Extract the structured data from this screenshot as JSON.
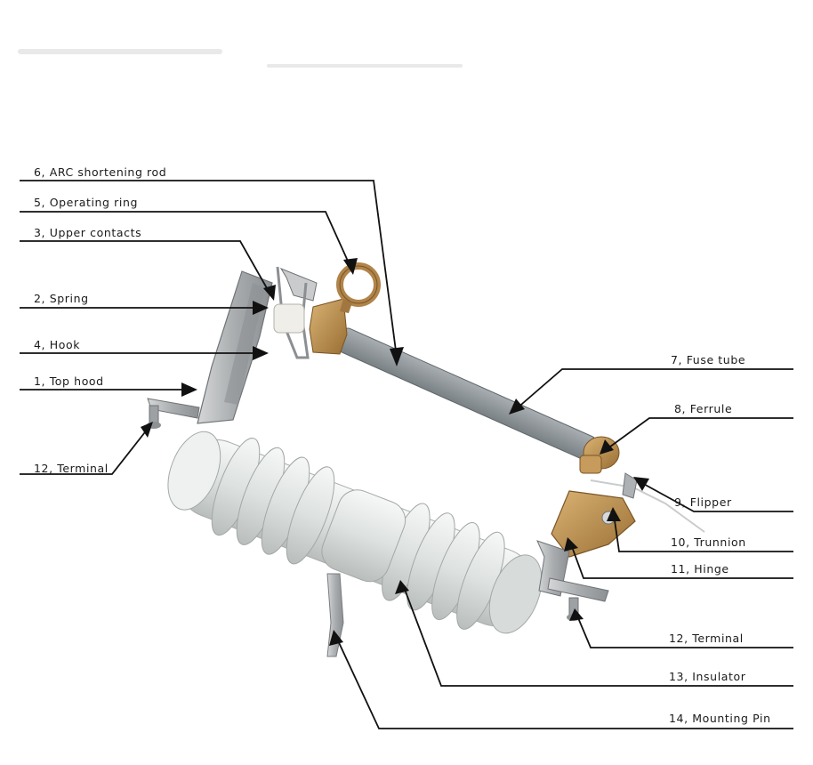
{
  "labels": {
    "arc_rod": "6, ARC shortening rod",
    "operating_ring": "5, Operating ring",
    "upper_contacts": "3, Upper contacts",
    "spring": "2, Spring",
    "hook": "4, Hook",
    "top_hood": "1, Top hood",
    "terminal_left": "12, Terminal",
    "fuse_tube": "7, Fuse tube",
    "ferrule": "8, Ferrule",
    "flipper": "9, Flipper",
    "trunnion": "10, Trunnion",
    "hinge": "11, Hinge",
    "terminal_right": "12, Terminal",
    "insulator": "13, Insulator",
    "mounting_pin": "14, Mounting Pin"
  },
  "colors": {
    "porcelain": "#e4e7e6",
    "fuse_tube": "#8e9598",
    "brass": "#b8894a",
    "metal": "#b7b9bb"
  }
}
